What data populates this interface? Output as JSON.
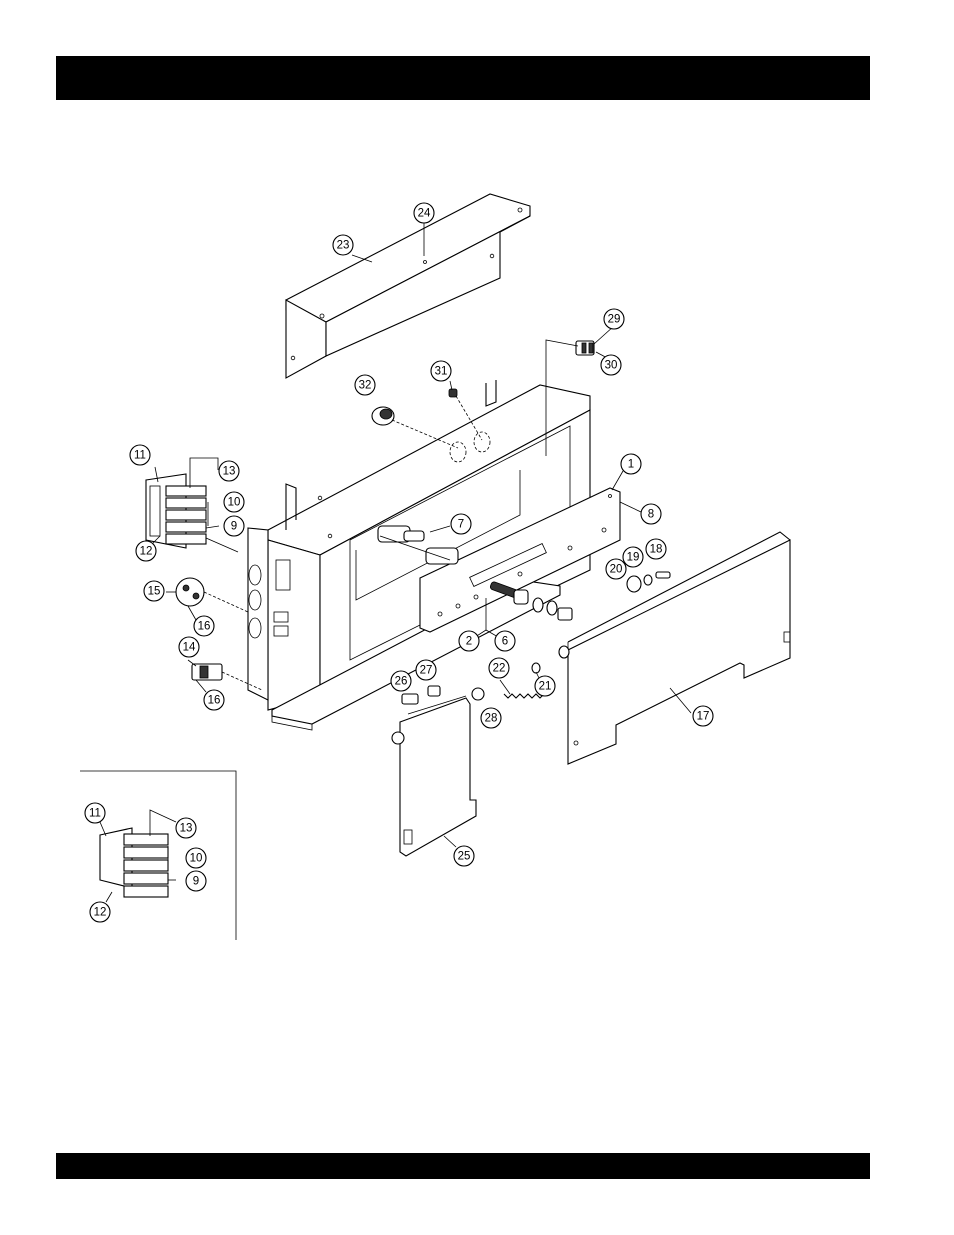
{
  "header_bar": {
    "text": ""
  },
  "footer_bar": {
    "text": ""
  },
  "callouts": [
    {
      "id": "c1",
      "label": "1"
    },
    {
      "id": "c2",
      "label": "2"
    },
    {
      "id": "c6",
      "label": "6"
    },
    {
      "id": "c7",
      "label": "7"
    },
    {
      "id": "c8",
      "label": "8"
    },
    {
      "id": "c9",
      "label": "9"
    },
    {
      "id": "c10",
      "label": "10"
    },
    {
      "id": "c11",
      "label": "11"
    },
    {
      "id": "c12",
      "label": "12"
    },
    {
      "id": "c13",
      "label": "13"
    },
    {
      "id": "c14",
      "label": "14"
    },
    {
      "id": "c15",
      "label": "15"
    },
    {
      "id": "c16a",
      "label": "16"
    },
    {
      "id": "c16b",
      "label": "16"
    },
    {
      "id": "c17",
      "label": "17"
    },
    {
      "id": "c18",
      "label": "18"
    },
    {
      "id": "c19",
      "label": "19"
    },
    {
      "id": "c20",
      "label": "20"
    },
    {
      "id": "c21",
      "label": "21"
    },
    {
      "id": "c22",
      "label": "22"
    },
    {
      "id": "c23",
      "label": "23"
    },
    {
      "id": "c24",
      "label": "24"
    },
    {
      "id": "c25",
      "label": "25"
    },
    {
      "id": "c26",
      "label": "26"
    },
    {
      "id": "c27",
      "label": "27"
    },
    {
      "id": "c28",
      "label": "28"
    },
    {
      "id": "c29",
      "label": "29"
    },
    {
      "id": "c30",
      "label": "30"
    },
    {
      "id": "c31",
      "label": "31"
    },
    {
      "id": "c32",
      "label": "32"
    },
    {
      "id": "i11",
      "label": "11"
    },
    {
      "id": "i13",
      "label": "13"
    },
    {
      "id": "i10",
      "label": "10"
    },
    {
      "id": "i9",
      "label": "9"
    },
    {
      "id": "i12",
      "label": "12"
    }
  ]
}
